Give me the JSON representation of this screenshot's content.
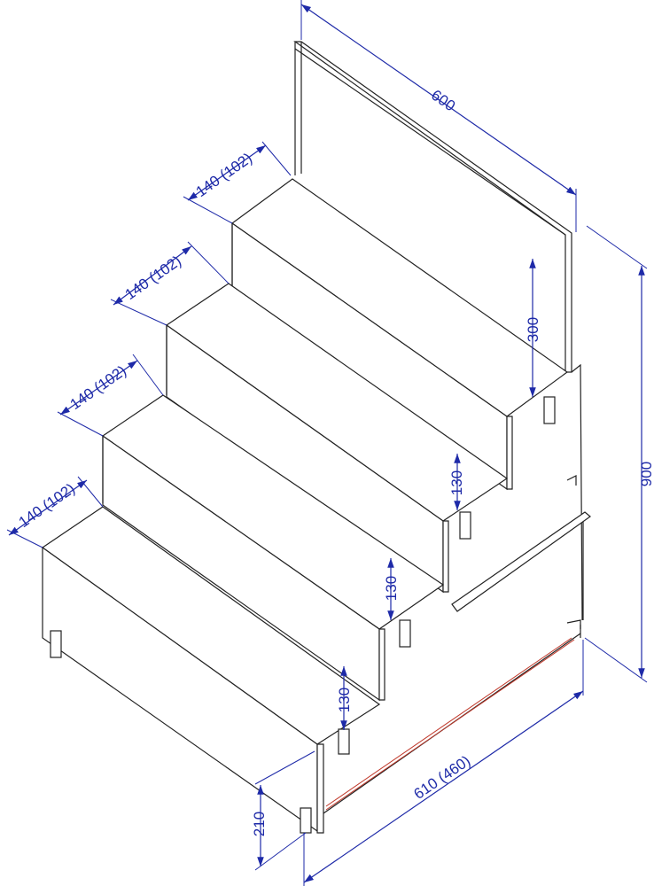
{
  "colors": {
    "outline": "#222222",
    "dimension": "#1e2aa8",
    "accent": "#c0392b",
    "background": "#ffffff"
  },
  "dimensions": {
    "back_width": "600",
    "total_height": "900",
    "back_panel_height": "300",
    "tread_1": "140 (102)",
    "tread_2": "140 (102)",
    "tread_3": "140 (102)",
    "tread_4": "140 (102)",
    "riser_1": "130",
    "riser_2": "130",
    "riser_3": "130",
    "base_height": "210",
    "base_width": "610 (460)"
  }
}
